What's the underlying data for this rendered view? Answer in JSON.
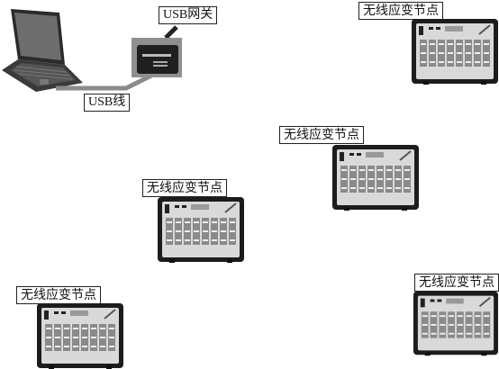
{
  "labels": {
    "gateway": "USB网关",
    "cable": "USB线",
    "node_1": "无线应变节点",
    "node_2": "无线应变节点",
    "node_3": "无线应变节点",
    "node_4": "无线应变节点",
    "node_5": "无线应变节点"
  },
  "colors": {
    "cable": "#8a8a8a",
    "device_body": "#1c1c1c",
    "device_panel": "#d9d9d9"
  }
}
